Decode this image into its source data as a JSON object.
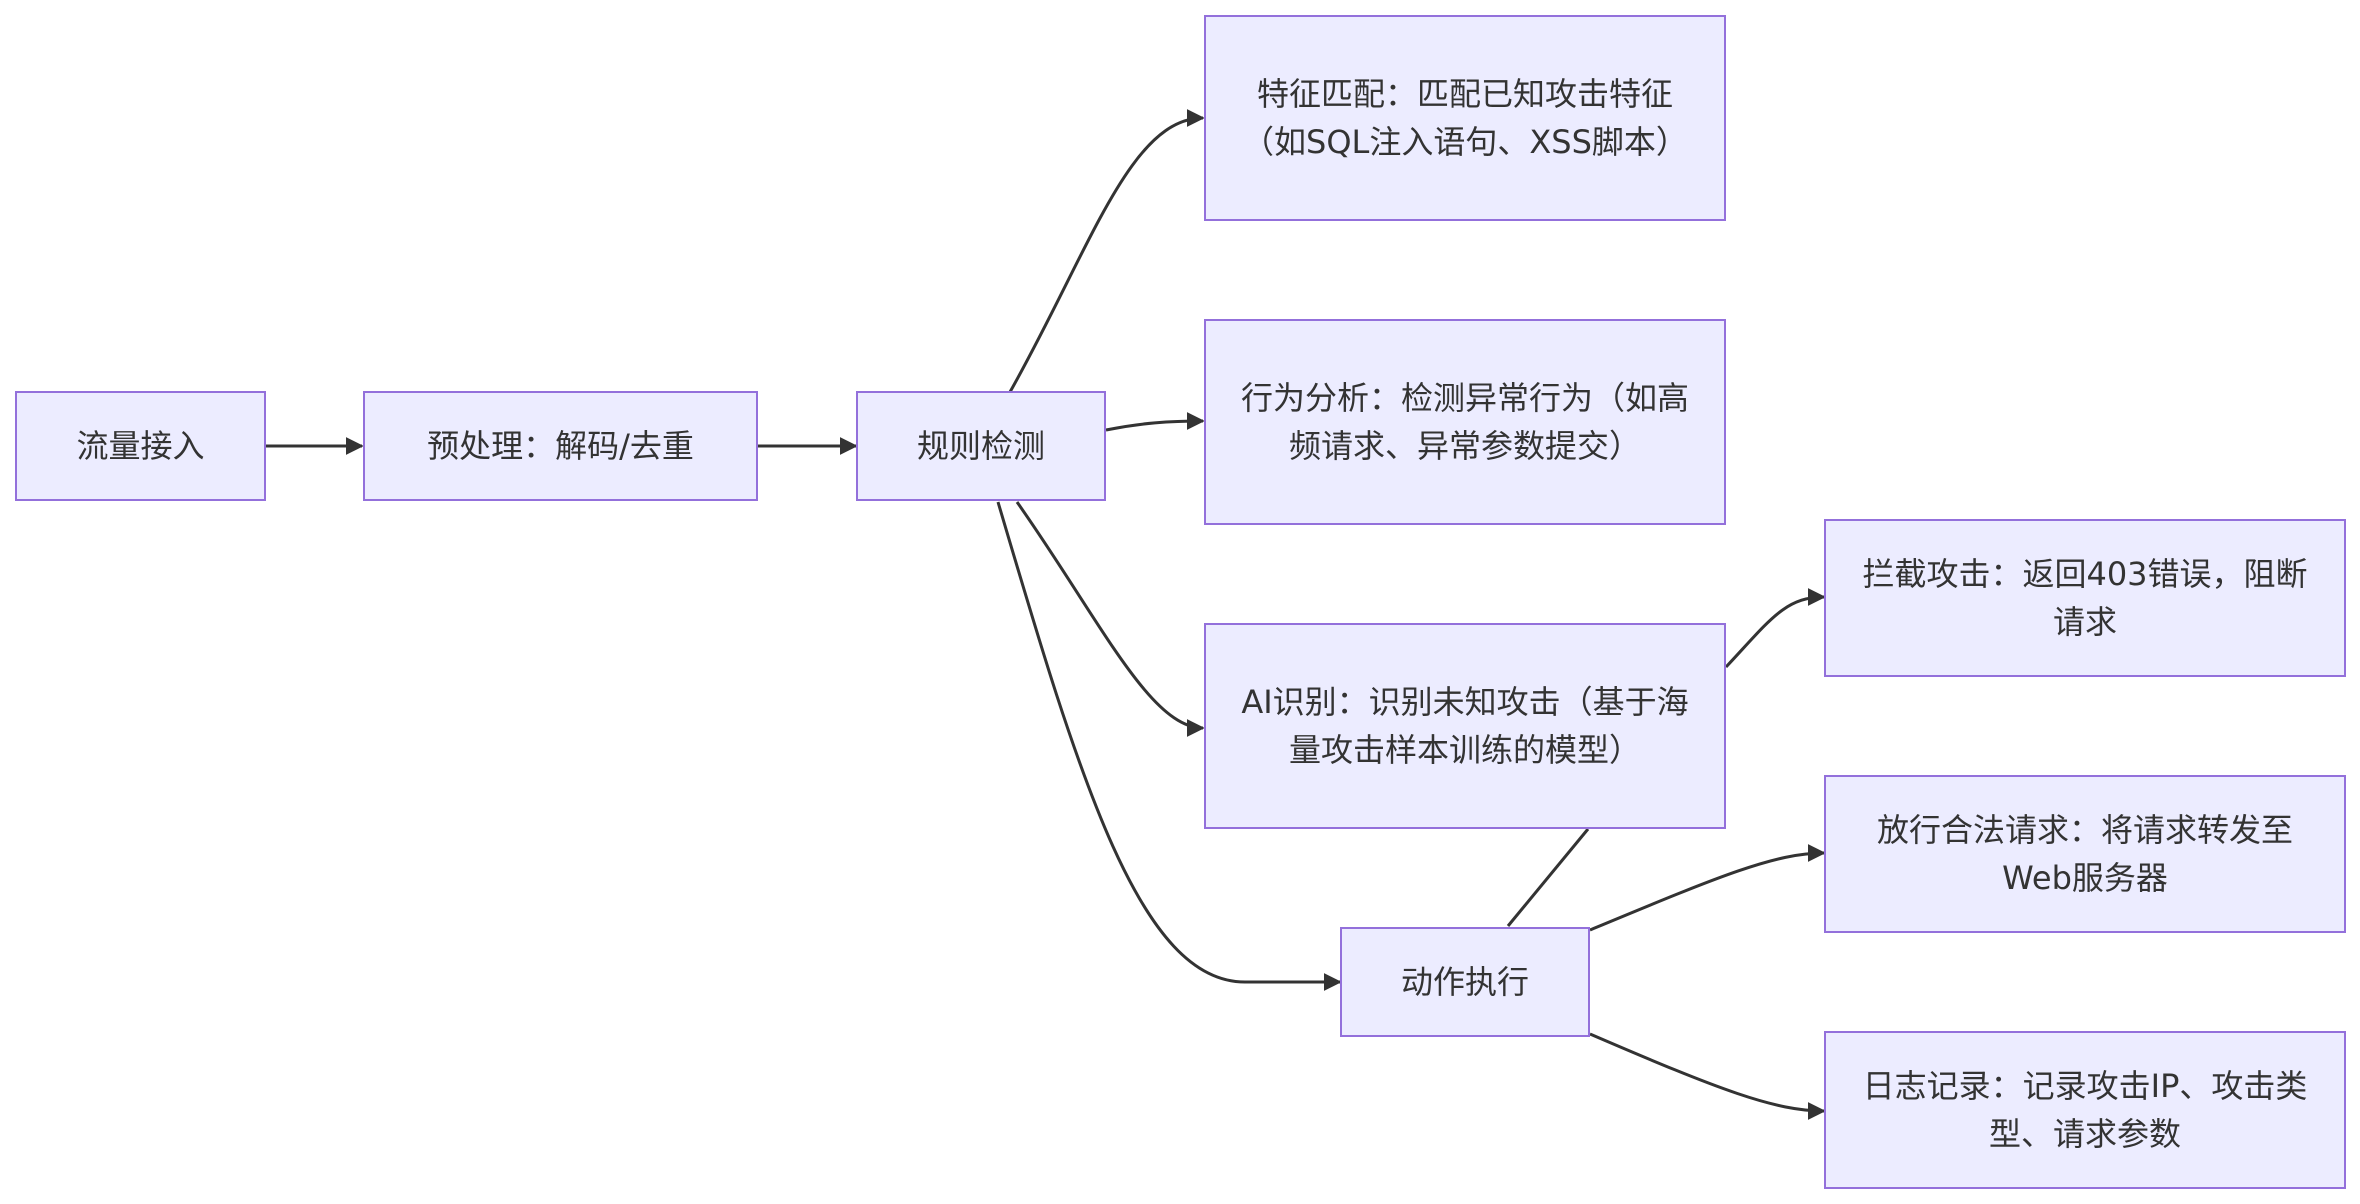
{
  "colors": {
    "node_fill": "#ECECFF",
    "node_border": "#9370DB",
    "edge": "#333333",
    "text": "#333333"
  },
  "nodes": {
    "ingest": "流量接入",
    "preprocess": "预处理：解码/去重",
    "rule_check": "规则检测",
    "signature": "特征匹配：匹配已知攻击特征（如SQL注入语句、XSS脚本）",
    "behavior": "行为分析：检测异常行为（如高频请求、异常参数提交）",
    "ai": "AI识别：识别未知攻击（基于海量攻击样本训练的模型）",
    "action": "动作执行",
    "block": "拦截攻击：返回403错误，阻断请求",
    "allow": "放行合法请求：将请求转发至Web服务器",
    "log": "日志记录：记录攻击IP、攻击类型、请求参数"
  }
}
